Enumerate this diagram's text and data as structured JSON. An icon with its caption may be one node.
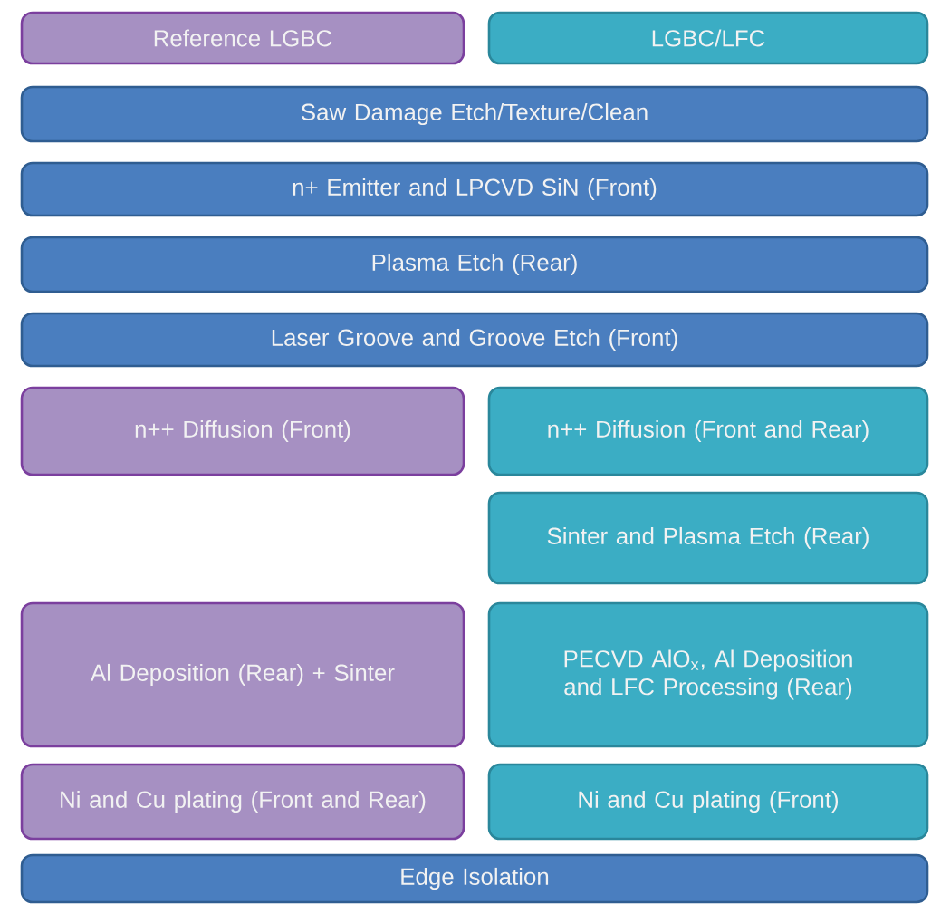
{
  "diagram": {
    "nodes": [
      {
        "text": [
          "Reference LGBC"
        ]
      },
      {
        "text": [
          "LGBC/LFC"
        ]
      },
      {
        "text": [
          "Saw Damage Etch/Texture/Clean"
        ]
      },
      {
        "text": [
          "n+ Emitter and LPCVD SiN (Front)"
        ]
      },
      {
        "text": [
          "Plasma Etch (Rear)"
        ]
      },
      {
        "text": [
          "Laser Groove and Groove Etch (Front)"
        ]
      },
      {
        "text": [
          "n++ Diffusion (Front)"
        ]
      },
      {
        "text": [
          "n++ Diffusion (Front and Rear)"
        ]
      },
      {
        "text": [
          "Sinter and Plasma Etch (Rear)"
        ]
      },
      {
        "text": [
          "Al Deposition (Rear) + Sinter"
        ]
      },
      {
        "text": [
          "PECVD AlO$_{x}$, Al Deposition and LFC Processing (Rear)"
        ]
      },
      {
        "text": [
          "Ni and Cu plating (Front and Rear)"
        ]
      },
      {
        "text": [
          "Ni and Cu plating (Front)"
        ]
      },
      {
        "text": [
          "Edge Isolation"
        ]
      }
    ]
  }
}
